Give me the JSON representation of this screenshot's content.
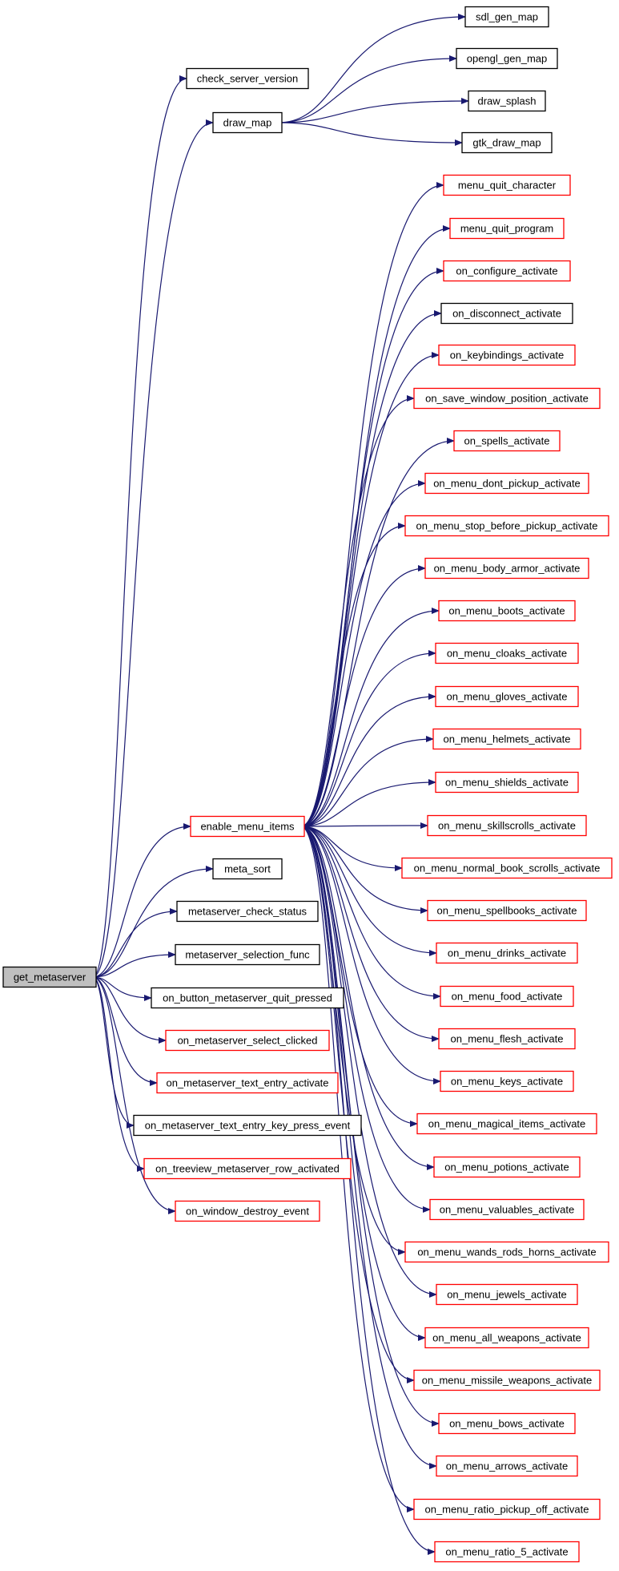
{
  "diagram": {
    "root": "get_metaserver",
    "nodes": [
      {
        "id": "get_metaserver",
        "label": "get_metaserver",
        "style": "root"
      },
      {
        "id": "check_server_version",
        "label": "check_server_version",
        "style": "black"
      },
      {
        "id": "draw_map",
        "label": "draw_map",
        "style": "black"
      },
      {
        "id": "sdl_gen_map",
        "label": "sdl_gen_map",
        "style": "black"
      },
      {
        "id": "opengl_gen_map",
        "label": "opengl_gen_map",
        "style": "black"
      },
      {
        "id": "draw_splash",
        "label": "draw_splash",
        "style": "black"
      },
      {
        "id": "gtk_draw_map",
        "label": "gtk_draw_map",
        "style": "black"
      },
      {
        "id": "enable_menu_items",
        "label": "enable_menu_items",
        "style": "red"
      },
      {
        "id": "menu_quit_character",
        "label": "menu_quit_character",
        "style": "red"
      },
      {
        "id": "menu_quit_program",
        "label": "menu_quit_program",
        "style": "red"
      },
      {
        "id": "on_configure_activate",
        "label": "on_configure_activate",
        "style": "red"
      },
      {
        "id": "on_disconnect_activate",
        "label": "on_disconnect_activate",
        "style": "black"
      },
      {
        "id": "on_keybindings_activate",
        "label": "on_keybindings_activate",
        "style": "red"
      },
      {
        "id": "on_save_window_position_activate",
        "label": "on_save_window_position_activate",
        "style": "red"
      },
      {
        "id": "on_spells_activate",
        "label": "on_spells_activate",
        "style": "red"
      },
      {
        "id": "on_menu_dont_pickup_activate",
        "label": "on_menu_dont_pickup_activate",
        "style": "red"
      },
      {
        "id": "on_menu_stop_before_pickup_activate",
        "label": "on_menu_stop_before_pickup_activate",
        "style": "red"
      },
      {
        "id": "on_menu_body_armor_activate",
        "label": "on_menu_body_armor_activate",
        "style": "red"
      },
      {
        "id": "on_menu_boots_activate",
        "label": "on_menu_boots_activate",
        "style": "red"
      },
      {
        "id": "on_menu_cloaks_activate",
        "label": "on_menu_cloaks_activate",
        "style": "red"
      },
      {
        "id": "on_menu_gloves_activate",
        "label": "on_menu_gloves_activate",
        "style": "red"
      },
      {
        "id": "on_menu_helmets_activate",
        "label": "on_menu_helmets_activate",
        "style": "red"
      },
      {
        "id": "on_menu_shields_activate",
        "label": "on_menu_shields_activate",
        "style": "red"
      },
      {
        "id": "on_menu_skillscrolls_activate",
        "label": "on_menu_skillscrolls_activate",
        "style": "red"
      },
      {
        "id": "on_menu_normal_book_scrolls_activate",
        "label": "on_menu_normal_book_scrolls_activate",
        "style": "red"
      },
      {
        "id": "on_menu_spellbooks_activate",
        "label": "on_menu_spellbooks_activate",
        "style": "red"
      },
      {
        "id": "on_menu_drinks_activate",
        "label": "on_menu_drinks_activate",
        "style": "red"
      },
      {
        "id": "on_menu_food_activate",
        "label": "on_menu_food_activate",
        "style": "red"
      },
      {
        "id": "on_menu_flesh_activate",
        "label": "on_menu_flesh_activate",
        "style": "red"
      },
      {
        "id": "on_menu_keys_activate",
        "label": "on_menu_keys_activate",
        "style": "red"
      },
      {
        "id": "on_menu_magical_items_activate",
        "label": "on_menu_magical_items_activate",
        "style": "red"
      },
      {
        "id": "on_menu_potions_activate",
        "label": "on_menu_potions_activate",
        "style": "red"
      },
      {
        "id": "on_menu_valuables_activate",
        "label": "on_menu_valuables_activate",
        "style": "red"
      },
      {
        "id": "on_menu_wands_rods_horns_activate",
        "label": "on_menu_wands_rods_horns_activate",
        "style": "red"
      },
      {
        "id": "on_menu_jewels_activate",
        "label": "on_menu_jewels_activate",
        "style": "red"
      },
      {
        "id": "on_menu_all_weapons_activate",
        "label": "on_menu_all_weapons_activate",
        "style": "red"
      },
      {
        "id": "on_menu_missile_weapons_activate",
        "label": "on_menu_missile_weapons_activate",
        "style": "red"
      },
      {
        "id": "on_menu_bows_activate",
        "label": "on_menu_bows_activate",
        "style": "red"
      },
      {
        "id": "on_menu_arrows_activate",
        "label": "on_menu_arrows_activate",
        "style": "red"
      },
      {
        "id": "on_menu_ratio_pickup_off_activate",
        "label": "on_menu_ratio_pickup_off_activate",
        "style": "red"
      },
      {
        "id": "on_menu_ratio_5_activate",
        "label": "on_menu_ratio_5_activate",
        "style": "red"
      },
      {
        "id": "meta_sort",
        "label": "meta_sort",
        "style": "black"
      },
      {
        "id": "metaserver_check_status",
        "label": "metaserver_check_status",
        "style": "black"
      },
      {
        "id": "metaserver_selection_func",
        "label": "metaserver_selection_func",
        "style": "black"
      },
      {
        "id": "on_button_metaserver_quit_pressed",
        "label": "on_button_metaserver_quit_pressed",
        "style": "black"
      },
      {
        "id": "on_metaserver_select_clicked",
        "label": "on_metaserver_select_clicked",
        "style": "red"
      },
      {
        "id": "on_metaserver_text_entry_activate",
        "label": "on_metaserver_text_entry_activate",
        "style": "red"
      },
      {
        "id": "on_metaserver_text_entry_key_press_event",
        "label": "on_metaserver_text_entry_key_press_event",
        "style": "black"
      },
      {
        "id": "on_treeview_metaserver_row_activated",
        "label": "on_treeview_metaserver_row_activated",
        "style": "red"
      },
      {
        "id": "on_window_destroy_event",
        "label": "on_window_destroy_event",
        "style": "red"
      }
    ],
    "edges": [
      [
        "get_metaserver",
        "check_server_version"
      ],
      [
        "get_metaserver",
        "draw_map"
      ],
      [
        "get_metaserver",
        "enable_menu_items"
      ],
      [
        "get_metaserver",
        "meta_sort"
      ],
      [
        "get_metaserver",
        "metaserver_check_status"
      ],
      [
        "get_metaserver",
        "metaserver_selection_func"
      ],
      [
        "get_metaserver",
        "on_button_metaserver_quit_pressed"
      ],
      [
        "get_metaserver",
        "on_metaserver_select_clicked"
      ],
      [
        "get_metaserver",
        "on_metaserver_text_entry_activate"
      ],
      [
        "get_metaserver",
        "on_metaserver_text_entry_key_press_event"
      ],
      [
        "get_metaserver",
        "on_treeview_metaserver_row_activated"
      ],
      [
        "get_metaserver",
        "on_window_destroy_event"
      ],
      [
        "draw_map",
        "sdl_gen_map"
      ],
      [
        "draw_map",
        "opengl_gen_map"
      ],
      [
        "draw_map",
        "draw_splash"
      ],
      [
        "draw_map",
        "gtk_draw_map"
      ],
      [
        "enable_menu_items",
        "menu_quit_character"
      ],
      [
        "enable_menu_items",
        "menu_quit_program"
      ],
      [
        "enable_menu_items",
        "on_configure_activate"
      ],
      [
        "enable_menu_items",
        "on_disconnect_activate"
      ],
      [
        "enable_menu_items",
        "on_keybindings_activate"
      ],
      [
        "enable_menu_items",
        "on_save_window_position_activate"
      ],
      [
        "enable_menu_items",
        "on_spells_activate"
      ],
      [
        "enable_menu_items",
        "on_menu_dont_pickup_activate"
      ],
      [
        "enable_menu_items",
        "on_menu_stop_before_pickup_activate"
      ],
      [
        "enable_menu_items",
        "on_menu_body_armor_activate"
      ],
      [
        "enable_menu_items",
        "on_menu_boots_activate"
      ],
      [
        "enable_menu_items",
        "on_menu_cloaks_activate"
      ],
      [
        "enable_menu_items",
        "on_menu_gloves_activate"
      ],
      [
        "enable_menu_items",
        "on_menu_helmets_activate"
      ],
      [
        "enable_menu_items",
        "on_menu_shields_activate"
      ],
      [
        "enable_menu_items",
        "on_menu_skillscrolls_activate"
      ],
      [
        "enable_menu_items",
        "on_menu_normal_book_scrolls_activate"
      ],
      [
        "enable_menu_items",
        "on_menu_spellbooks_activate"
      ],
      [
        "enable_menu_items",
        "on_menu_drinks_activate"
      ],
      [
        "enable_menu_items",
        "on_menu_food_activate"
      ],
      [
        "enable_menu_items",
        "on_menu_flesh_activate"
      ],
      [
        "enable_menu_items",
        "on_menu_keys_activate"
      ],
      [
        "enable_menu_items",
        "on_menu_magical_items_activate"
      ],
      [
        "enable_menu_items",
        "on_menu_potions_activate"
      ],
      [
        "enable_menu_items",
        "on_menu_valuables_activate"
      ],
      [
        "enable_menu_items",
        "on_menu_wands_rods_horns_activate"
      ],
      [
        "enable_menu_items",
        "on_menu_jewels_activate"
      ],
      [
        "enable_menu_items",
        "on_menu_all_weapons_activate"
      ],
      [
        "enable_menu_items",
        "on_menu_missile_weapons_activate"
      ],
      [
        "enable_menu_items",
        "on_menu_bows_activate"
      ],
      [
        "enable_menu_items",
        "on_menu_arrows_activate"
      ],
      [
        "enable_menu_items",
        "on_menu_ratio_pickup_off_activate"
      ],
      [
        "enable_menu_items",
        "on_menu_ratio_5_activate"
      ]
    ],
    "colors": {
      "edge": "#191970",
      "border_black": "#000000",
      "border_red": "#ff0000",
      "root_fill": "#bfbfbf",
      "node_fill": "#ffffff"
    }
  }
}
